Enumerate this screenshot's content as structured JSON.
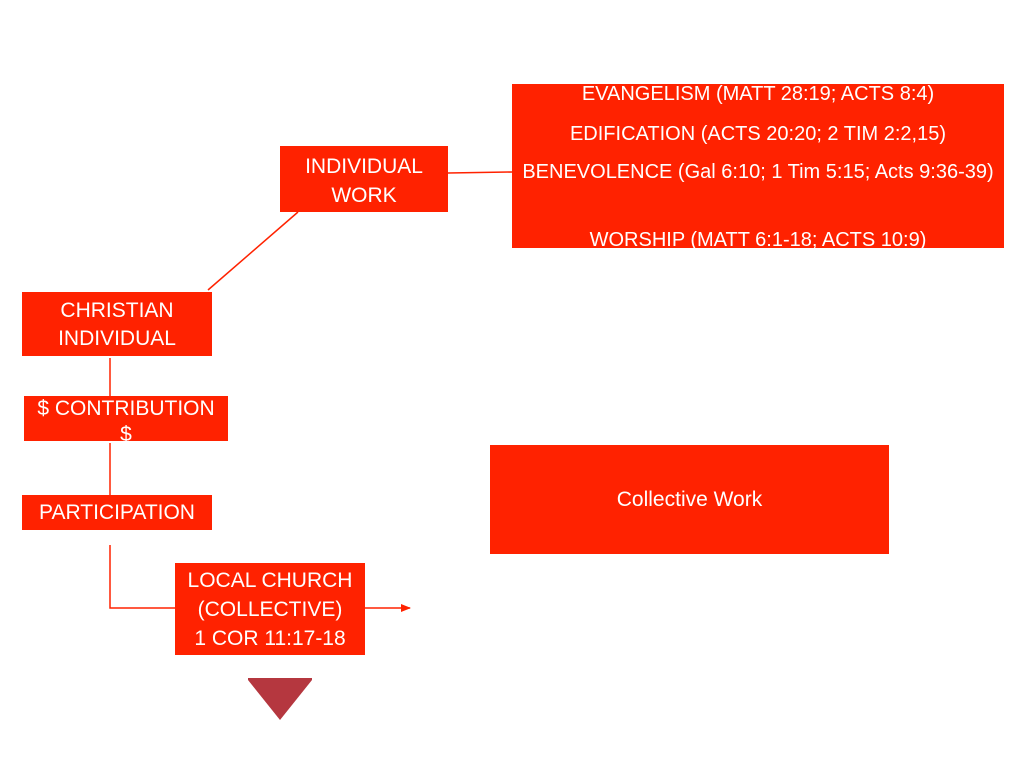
{
  "colors": {
    "box_fill": "#ff2200",
    "box_text": "#ffffff",
    "connector": "#ff2200",
    "down_arrow": "#b5373f"
  },
  "ministry": {
    "items": [
      "EVANGELISM (MATT 28:19; ACTS 8:4)",
      "EDIFICATION (ACTS 20:20; 2 TIM 2:2,15)",
      "BENEVOLENCE (Gal 6:10; 1 Tim 5:15; Acts 9:36-39)",
      "WORSHIP (MATT 6:1-18; ACTS 10:9)"
    ]
  },
  "individual_work": {
    "lines": [
      "INDIVIDUAL",
      "WORK"
    ]
  },
  "christian_individual": {
    "lines": [
      "CHRISTIAN",
      "INDIVIDUAL"
    ]
  },
  "contribution": {
    "lines": [
      "$ CONTRIBUTION",
      "$"
    ]
  },
  "participation": {
    "label": "PARTICIPATION"
  },
  "local_church": {
    "lines": [
      "LOCAL CHURCH",
      "(COLLECTIVE)",
      "1 COR 11:17-18"
    ]
  },
  "collective_work": {
    "label": "Collective Work"
  }
}
